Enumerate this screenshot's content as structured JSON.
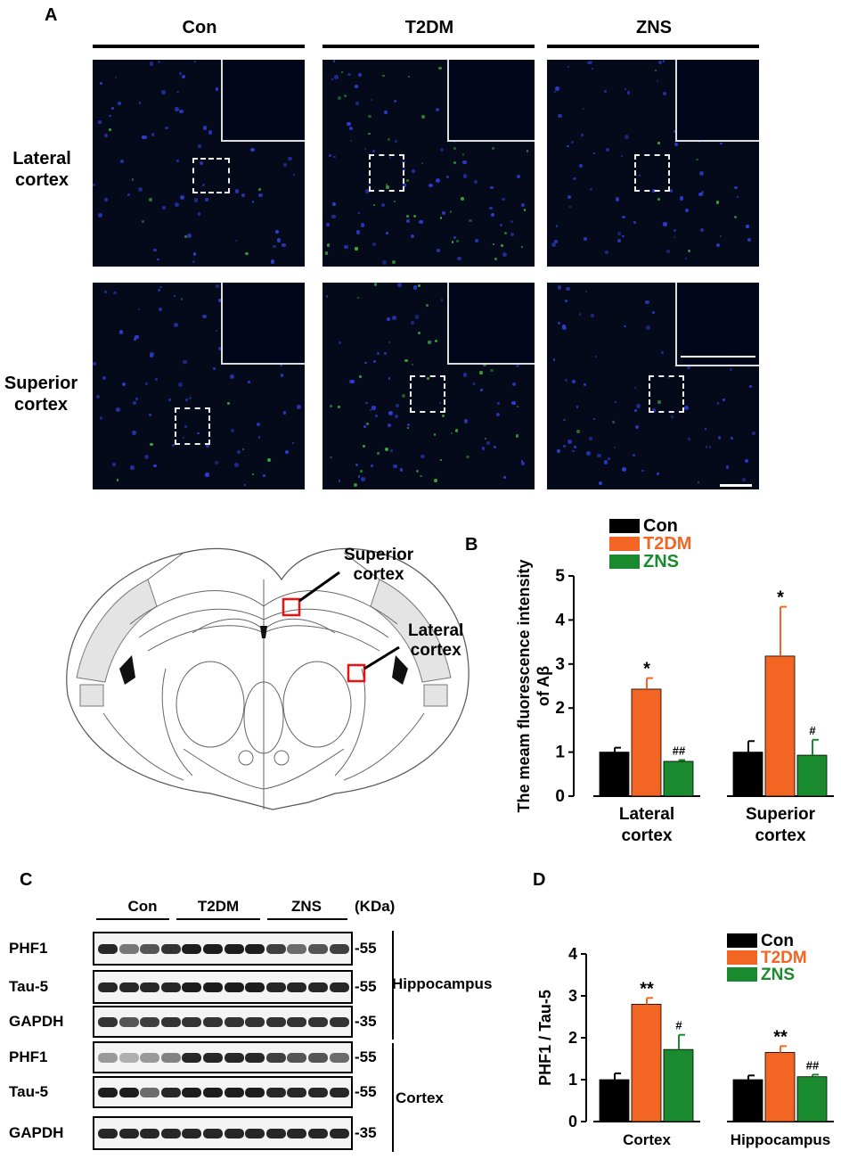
{
  "panel_a": {
    "letter": "A",
    "columns": [
      "Con",
      "T2DM",
      "ZNS"
    ],
    "rows": [
      {
        "line1": "Lateral",
        "line2": "cortex"
      },
      {
        "line1": "Superior",
        "line2": "cortex"
      }
    ]
  },
  "diagram": {
    "superior_label": {
      "line1": "Superior",
      "line2": "cortex"
    },
    "lateral_label": {
      "line1": "Lateral",
      "line2": "cortex"
    }
  },
  "panel_b": {
    "letter": "B",
    "ylabel_line1": "The meam fluorescence intensity",
    "ylabel_line2": "of Aβ",
    "legend": [
      "Con",
      "T2DM",
      "ZNS"
    ],
    "colors": {
      "Con": "#000000",
      "T2DM": "#f26522",
      "ZNS": "#1a8a2e"
    }
  },
  "panel_c": {
    "letter": "C",
    "groups": [
      "Con",
      "T2DM",
      "ZNS"
    ],
    "unit": "(KDa)",
    "rows": [
      {
        "label": "PHF1",
        "kda": "-55"
      },
      {
        "label": "Tau-5",
        "kda": "-55"
      },
      {
        "label": "GAPDH",
        "kda": "-35"
      },
      {
        "label": "PHF1",
        "kda": "-55"
      },
      {
        "label": "Tau-5",
        "kda": "-55"
      },
      {
        "label": "GAPDH",
        "kda": "-35"
      }
    ],
    "region_hippocampus": "Hippocampus",
    "region_cortex": "Cortex"
  },
  "panel_d": {
    "letter": "D",
    "ylabel": "PHF1 / Tau-5",
    "legend": [
      "Con",
      "T2DM",
      "ZNS"
    ]
  },
  "chart_data": [
    {
      "type": "bar",
      "categories": [
        "Lateral cortex",
        "Superior cortex"
      ],
      "category_lines": [
        [
          "Lateral",
          "cortex"
        ],
        [
          "Superior",
          "cortex"
        ]
      ],
      "series": [
        {
          "name": "Con",
          "values": [
            1.0,
            1.0
          ],
          "errors": [
            0.1,
            0.25
          ],
          "marks": [
            "",
            ""
          ]
        },
        {
          "name": "T2DM",
          "values": [
            2.43,
            3.18
          ],
          "errors": [
            0.25,
            1.12
          ],
          "marks": [
            "*",
            "*"
          ]
        },
        {
          "name": "ZNS",
          "values": [
            0.79,
            0.93
          ],
          "errors": [
            0.03,
            0.35
          ],
          "marks": [
            "##",
            "#"
          ]
        }
      ],
      "ylim": [
        0,
        5
      ],
      "yticks": [
        0,
        1,
        2,
        3,
        4,
        5
      ]
    },
    {
      "type": "bar",
      "categories": [
        "Cortex",
        "Hippocampus"
      ],
      "category_lines": [
        [
          "Cortex"
        ],
        [
          "Hippocampus"
        ]
      ],
      "series": [
        {
          "name": "Con",
          "values": [
            1.0,
            1.0
          ],
          "errors": [
            0.15,
            0.1
          ],
          "marks": [
            "",
            ""
          ]
        },
        {
          "name": "T2DM",
          "values": [
            2.8,
            1.65
          ],
          "errors": [
            0.15,
            0.15
          ],
          "marks": [
            "**",
            "**"
          ]
        },
        {
          "name": "ZNS",
          "values": [
            1.72,
            1.07
          ],
          "errors": [
            0.35,
            0.05
          ],
          "marks": [
            "#",
            "##"
          ]
        }
      ],
      "ylim": [
        0,
        4
      ],
      "yticks": [
        0,
        1,
        2,
        3,
        4
      ]
    }
  ]
}
